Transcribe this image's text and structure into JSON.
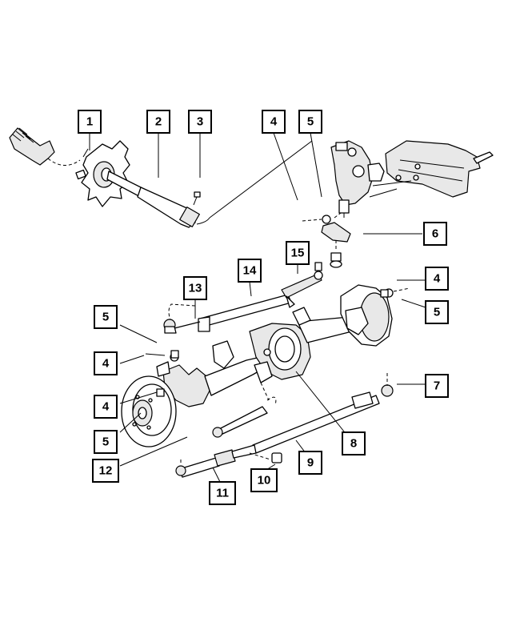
{
  "callouts": [
    {
      "id": "c1",
      "label": "1"
    },
    {
      "id": "c2",
      "label": "2"
    },
    {
      "id": "c3",
      "label": "3"
    },
    {
      "id": "c4a",
      "label": "4"
    },
    {
      "id": "c5a",
      "label": "5"
    },
    {
      "id": "c6",
      "label": "6"
    },
    {
      "id": "c15",
      "label": "15"
    },
    {
      "id": "c14",
      "label": "14"
    },
    {
      "id": "c4b",
      "label": "4"
    },
    {
      "id": "c13",
      "label": "13"
    },
    {
      "id": "c5b",
      "label": "5"
    },
    {
      "id": "c5c",
      "label": "5"
    },
    {
      "id": "c4c",
      "label": "4"
    },
    {
      "id": "c4d",
      "label": "4"
    },
    {
      "id": "c7",
      "label": "7"
    },
    {
      "id": "c5d",
      "label": "5"
    },
    {
      "id": "c8",
      "label": "8"
    },
    {
      "id": "c12",
      "label": "12"
    },
    {
      "id": "c9",
      "label": "9"
    },
    {
      "id": "c10",
      "label": "10"
    },
    {
      "id": "c11",
      "label": "11"
    }
  ]
}
